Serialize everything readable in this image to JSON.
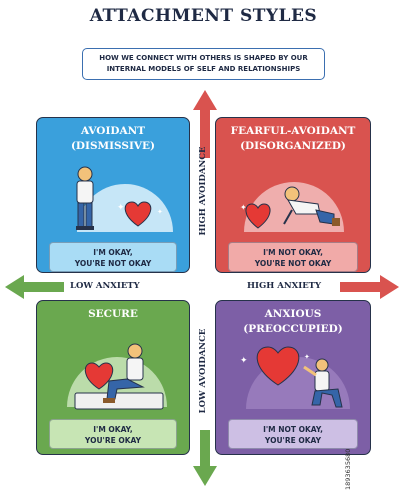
{
  "title": "ATTACHMENT STYLES",
  "subtitle": {
    "line1": "HOW WE CONNECT WITH OTHERS IS SHAPED BY OUR",
    "line2": "INTERNAL MODELS OF SELF AND RELATIONSHIPS"
  },
  "quadrants": {
    "avoidant": {
      "title1": "AVOIDANT",
      "title2": "(DISMISSIVE)",
      "msg1": "I'M OKAY,",
      "msg2": "YOU'RE NOT OKAY",
      "color": "#3aa0dc"
    },
    "fearful": {
      "title1": "FEARFUL-AVOIDANT",
      "title2": "(DISORGANIZED)",
      "msg1": "I'M NOT OKAY,",
      "msg2": "YOU'RE NOT OKAY",
      "color": "#d9534f"
    },
    "secure": {
      "title1": "SECURE",
      "title2": "",
      "msg1": "I'M OKAY,",
      "msg2": "YOU'RE OKAY",
      "color": "#6aa84f"
    },
    "anxious": {
      "title1": "ANXIOUS",
      "title2": "(PREOCCUPIED)",
      "msg1": "I'M NOT OKAY,",
      "msg2": "YOU'RE OKAY",
      "color": "#7d5fa6"
    }
  },
  "axes": {
    "low_anxiety": "LOW ANXIETY",
    "high_anxiety": "HIGH ANXIETY",
    "high_avoidance": "HIGH AVOIDANCE",
    "low_avoidance": "LOW AVOIDANCE"
  },
  "arrow_colors": {
    "up": "#d9534f",
    "down": "#6aa84f",
    "left": "#6aa84f",
    "right": "#d9534f"
  },
  "watermark": "1893635680"
}
